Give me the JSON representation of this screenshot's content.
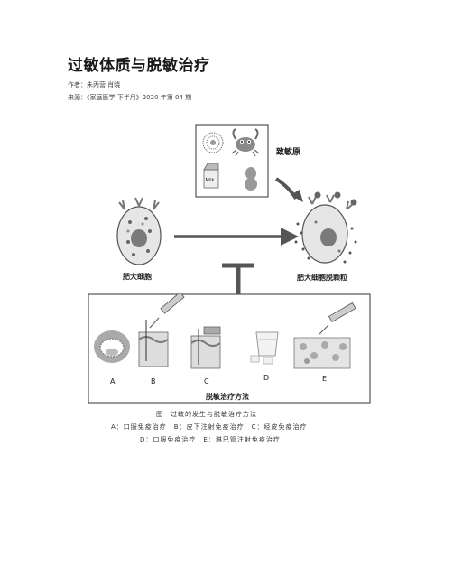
{
  "article": {
    "title": "过敏体质与脱敏治疗",
    "authors": "作者：朱丙营 肖晓",
    "source": "来源：《家庭医学·下半月》2020 年第 04 期"
  },
  "figure": {
    "allergen_label": "致敏原",
    "mast_cell_label": "肥大细胞",
    "degranulation_label": "肥大细胞脱颗粒",
    "therapy_box_label": "脱敏治疗方法",
    "milk_label": "Milk",
    "method_letters": [
      "A",
      "B",
      "C",
      "D",
      "E"
    ]
  },
  "caption": {
    "line1": "图　过敏的发生与脱敏治疗方法",
    "line2": "A：口服免疫治疗　B：皮下注射免疫治疗　C：经皮免疫治疗",
    "line3": "D：口服免疫治疗　E：淋巴管注射免疫治疗"
  },
  "colors": {
    "cell_fill": "#e6e6e6",
    "nucleus": "#7a7a7a",
    "arrow": "#555555",
    "box_border": "#555555"
  }
}
